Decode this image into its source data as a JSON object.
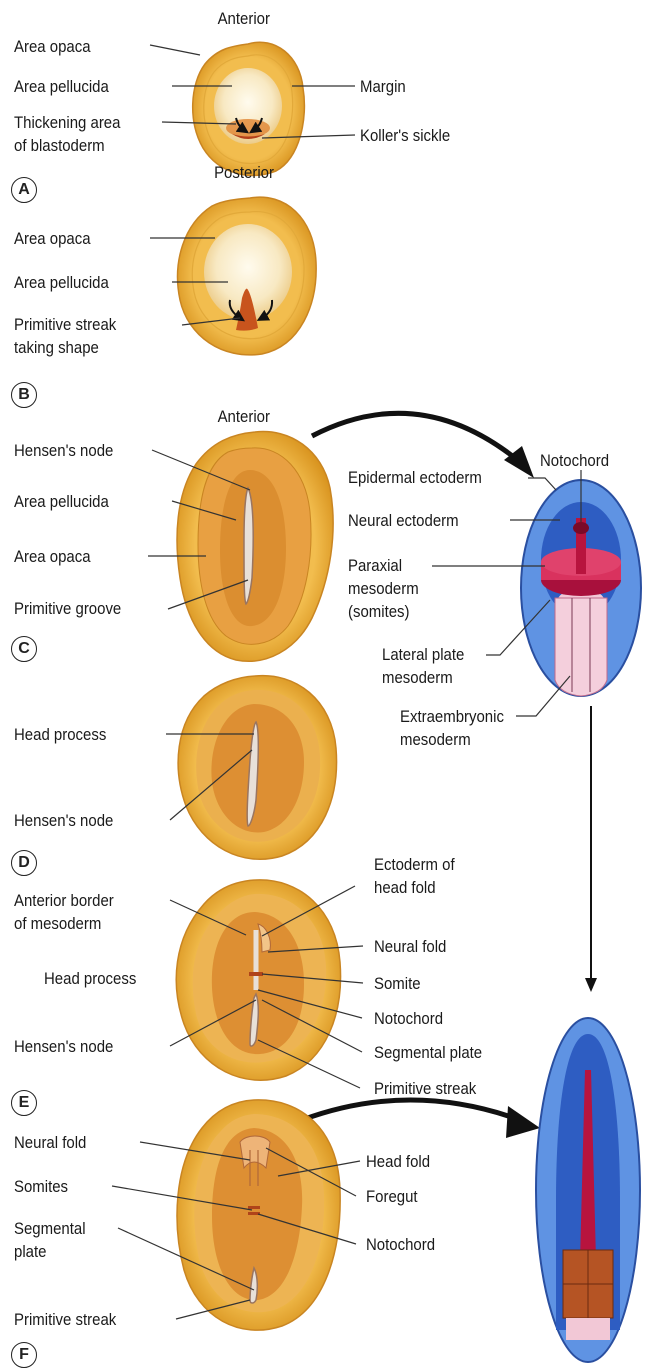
{
  "panels": {
    "A": {
      "letter": "A",
      "anterior": "Anterior",
      "posterior": "Posterior",
      "area_opaca": "Area opaca",
      "area_pellucida": "Area pellucida",
      "thickening_1": "Thickening area",
      "thickening_2": "of blastoderm",
      "margin": "Margin",
      "kollers_sickle": "Koller's sickle"
    },
    "B": {
      "letter": "B",
      "area_opaca": "Area opaca",
      "area_pellucida": "Area pellucida",
      "streak_1": "Primitive streak",
      "streak_2": "taking shape"
    },
    "C": {
      "letter": "C",
      "anterior": "Anterior",
      "hensens_node": "Hensen's node",
      "area_pellucida": "Area pellucida",
      "area_opaca": "Area opaca",
      "primitive_groove": "Primitive groove"
    },
    "embryo_map": {
      "notochord": "Notochord",
      "epidermal_ectoderm": "Epidermal ectoderm",
      "neural_ectoderm": "Neural ectoderm",
      "paraxial_1": "Paraxial",
      "paraxial_2": "mesoderm",
      "paraxial_3": "(somites)",
      "lateral_1": "Lateral plate",
      "lateral_2": "mesoderm",
      "extra_1": "Extraembryonic",
      "extra_2": "mesoderm"
    },
    "D": {
      "letter": "D",
      "head_process": "Head process",
      "hensens_node": "Hensen's node"
    },
    "E": {
      "letter": "E",
      "anterior_border_1": "Anterior border",
      "anterior_border_2": "of mesoderm",
      "head_process": "Head process",
      "hensens_node": "Hensen's node",
      "ectoderm_1": "Ectoderm of",
      "ectoderm_2": "head fold",
      "neural_fold": "Neural fold",
      "somite": "Somite",
      "notochord": "Notochord",
      "segmental_plate": "Segmental plate",
      "primitive_streak": "Primitive streak"
    },
    "F": {
      "letter": "F",
      "neural_fold": "Neural fold",
      "somites": "Somites",
      "segmental_1": "Segmental",
      "segmental_2": "plate",
      "primitive_streak": "Primitive streak",
      "head_fold": "Head fold",
      "foregut": "Foregut",
      "notochord": "Notochord"
    }
  },
  "colors": {
    "outer_rim": "#E3A52C",
    "rim_light": "#F5C65A",
    "pellucida": "#F6E7C4",
    "embryo_body": "#D98A2E",
    "streak_red": "#C8541D",
    "map_blue_outer": "#5B8FE0",
    "map_blue_inner": "#2F5FC4",
    "map_crimson": "#D4325A",
    "map_pink": "#F2C8D6"
  }
}
